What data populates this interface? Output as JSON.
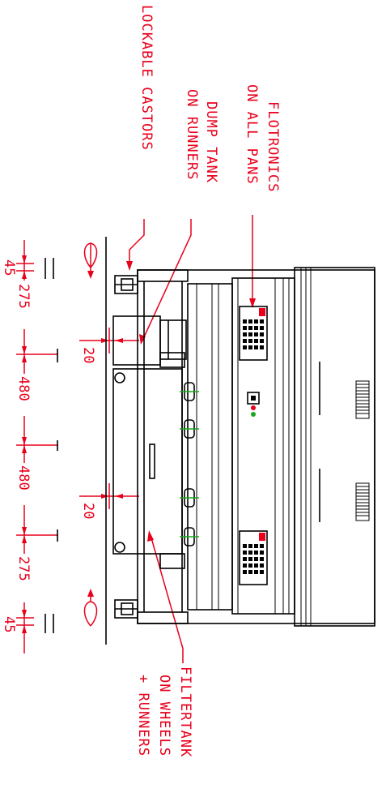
{
  "labels": {
    "lockable_castors": "LOCKABLE CASTORS",
    "dump_tank_1": "DUMP TANK",
    "dump_tank_2": "ON RUNNERS",
    "flotronics_1": "FLOTRONICS",
    "flotronics_2": "ON ALL PANS",
    "filtertank_1": "FILTERTANK",
    "filtertank_2": "ON WHEELS",
    "filtertank_3": "+ RUNNERS"
  },
  "dimensions": {
    "d1": "45",
    "d2": "275",
    "d3": "480",
    "d4": "480",
    "d5": "275",
    "d6": "45",
    "gap_top": "20",
    "gap_bottom": "20"
  },
  "colors": {
    "annotation": "#e8001c",
    "outline": "#000000",
    "indicator_red": "#e8001c",
    "indicator_green": "#1aa51a"
  }
}
